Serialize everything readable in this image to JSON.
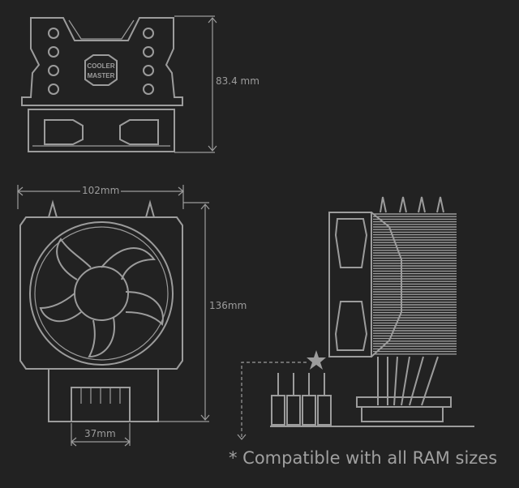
{
  "logo": {
    "line1": "COOLER",
    "line2": "MASTER"
  },
  "dimensions": {
    "height_top": "83.4 mm",
    "width": "102mm",
    "height": "136mm",
    "base_width": "37mm"
  },
  "note": "* Compatible with all RAM sizes",
  "colors": {
    "background": "#222222",
    "line": "#9c9c9c"
  }
}
